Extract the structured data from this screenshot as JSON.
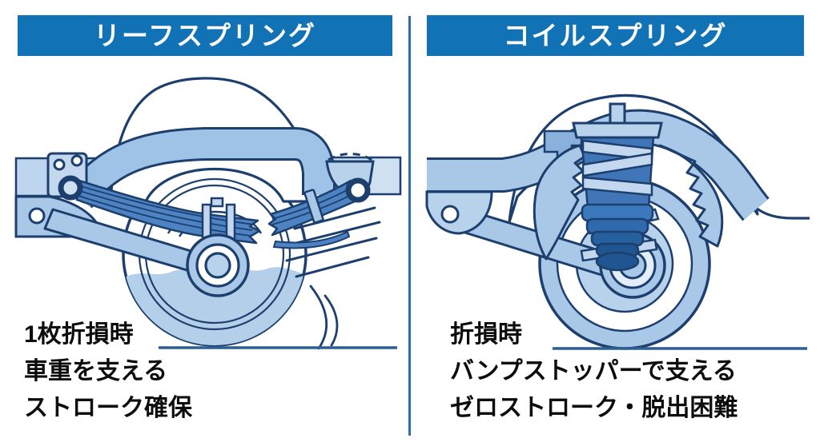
{
  "page": {
    "background": "#ffffff"
  },
  "panels": [
    {
      "id": "leaf-spring",
      "header": "リーフスプリング",
      "captions": [
        "1枚折損時",
        "車重を支える",
        "ストローク確保"
      ],
      "illustration": "leaf-spring-suspension-with-one-broken-leaf"
    },
    {
      "id": "coil-spring",
      "header": "コイルスプリング",
      "captions": [
        "折損時",
        "バンプストッパーで支える",
        "ゼロストローク・脱出困難"
      ],
      "illustration": "coil-spring-suspension-broken-resting-on-bump-stopper"
    }
  ],
  "colors": {
    "header_bg": "#1172b6",
    "header_text": "#ffffff",
    "outline_navy": "#1c3f6e",
    "light_blue": "#a9c8e8",
    "pale_blue": "#c8dcf0",
    "medium_blue": "#4d83c3",
    "bump_stopper_dark": "#1f5590",
    "ground_line": "#2d5f94",
    "divider": "#2e6ca8",
    "caption_text": "#0d0d0d"
  }
}
